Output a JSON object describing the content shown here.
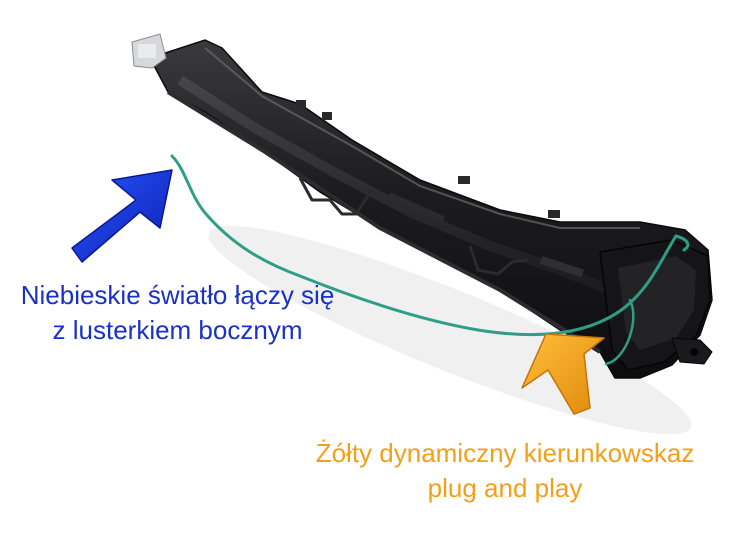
{
  "captions": {
    "blue": {
      "line1": "Niebieskie światło łączy się",
      "line2": "z lusterkiem bocznym",
      "color": "#1a31c8"
    },
    "orange": {
      "line1": "Żółty dynamiczny kierunkowskaz",
      "line2": "plug and play",
      "color": "#f2a019"
    }
  },
  "colors": {
    "background": "#ffffff",
    "housing": "#1a1a1c",
    "wire": "#2e9e86",
    "blue_arrow": "#1030d8",
    "orange_arrow": "#f5a315"
  }
}
